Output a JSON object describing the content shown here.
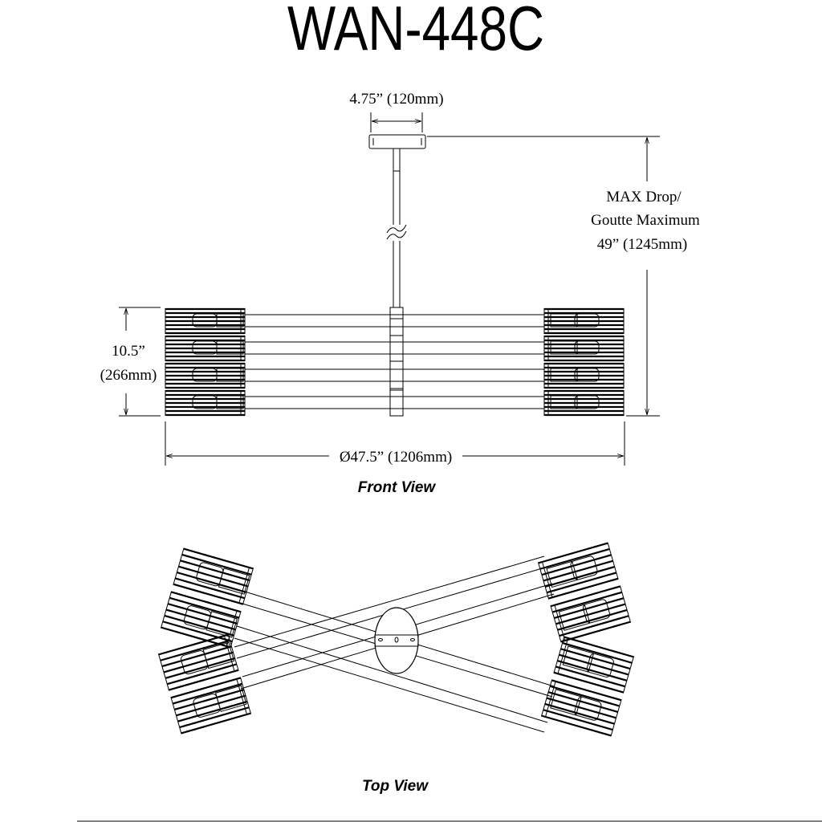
{
  "title": "WAN-448C",
  "dimensions": {
    "canopy_width": "4.75” (120mm)",
    "max_drop_line1": "MAX Drop/",
    "max_drop_line2": "Goutte Maximum",
    "max_drop_line3": "49” (1245mm)",
    "height_line1": "10.5”",
    "height_line2": "(266mm)",
    "diameter": "Ø47.5” (1206mm)"
  },
  "views": {
    "front": "Front View",
    "top": "Top View"
  }
}
